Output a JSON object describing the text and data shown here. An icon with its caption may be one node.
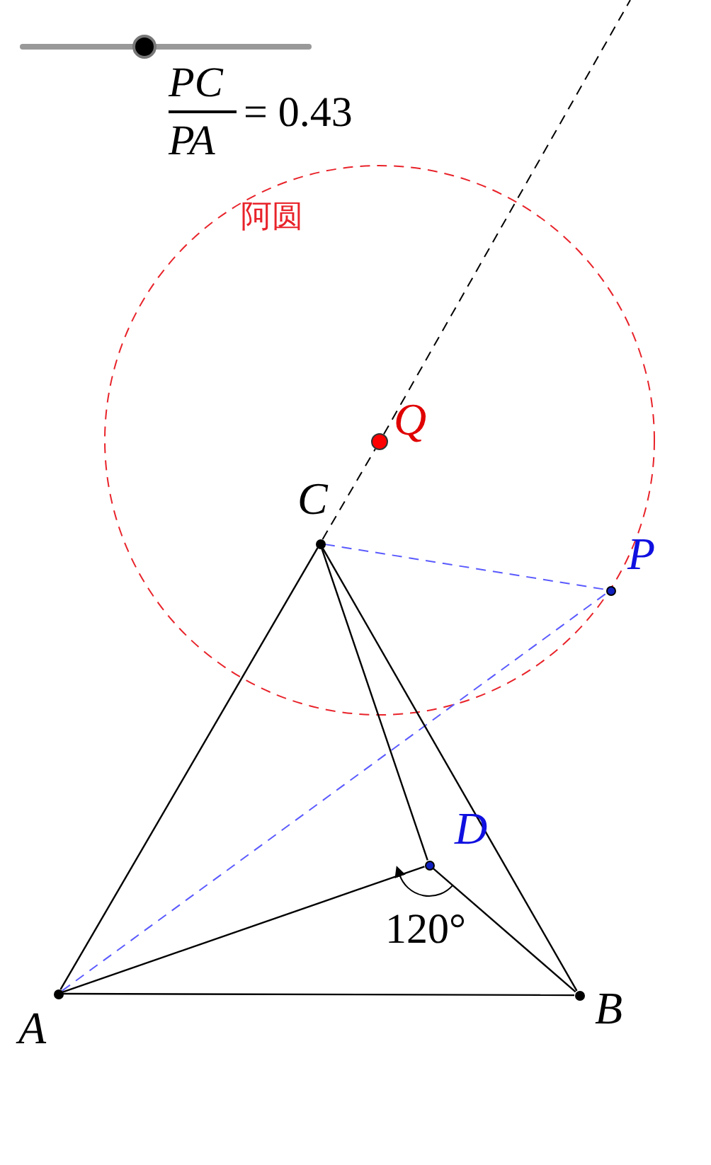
{
  "diagram": {
    "nodes": [
      {
        "text": [],
        "shape": "circle",
        "beside": [
          "Q"
        ]
      },
      {
        "text": [],
        "shape": "circle",
        "beside": [
          "C"
        ]
      },
      {
        "text": [],
        "shape": "circle",
        "beside": [
          "P"
        ]
      },
      {
        "text": [],
        "shape": "circle",
        "beside": [
          "D"
        ]
      },
      {
        "text": [],
        "shape": "circle",
        "beside": [
          "A"
        ]
      },
      {
        "text": [],
        "shape": "circle",
        "beside": [
          "B"
        ]
      }
    ],
    "edges": [
      {
        "from": 1,
        "to": 0,
        "arrow": "none",
        "style": "dashed"
      },
      {
        "from": 0,
        "to": null,
        "arrow": "none",
        "style": "dashed"
      },
      {
        "from": 1,
        "to": 2,
        "arrow": "none",
        "style": "dashed",
        "color": "#5a5aff"
      },
      {
        "from": 4,
        "to": 2,
        "arrow": "none",
        "style": "dashed",
        "color": "#5a5aff"
      },
      {
        "from": 1,
        "to": 4,
        "arrow": "none"
      },
      {
        "from": 1,
        "to": 5,
        "arrow": "none"
      },
      {
        "from": 1,
        "to": 3,
        "arrow": "none"
      },
      {
        "from": 4,
        "to": 3,
        "arrow": "none"
      },
      {
        "from": 4,
        "to": 5,
        "arrow": "none"
      },
      {
        "from": 3,
        "to": 5,
        "arrow": "none"
      }
    ],
    "labels": [
      "PC",
      "PA",
      "= 0.43",
      "阿圆",
      "120°"
    ]
  }
}
